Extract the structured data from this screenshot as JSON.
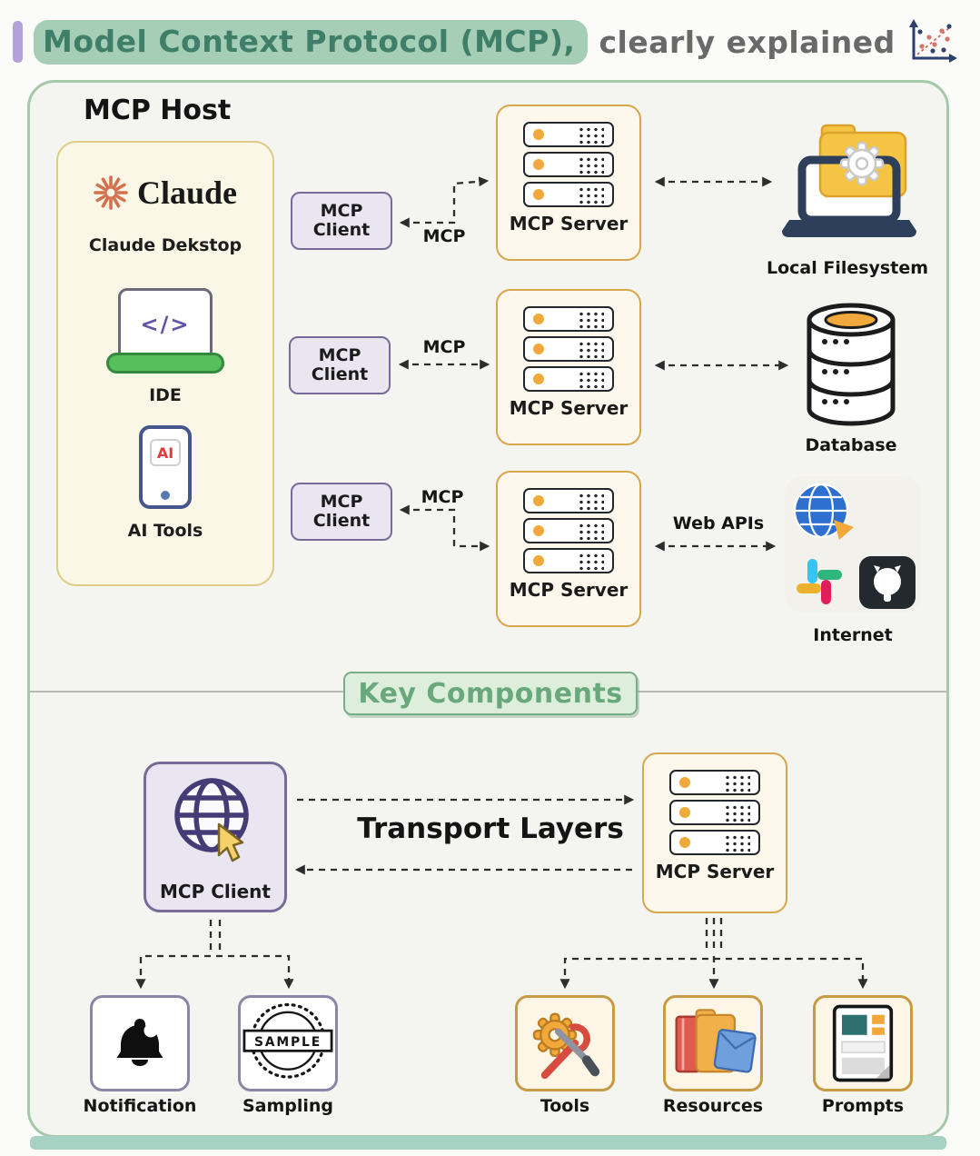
{
  "title": {
    "highlight": "Model Context Protocol (MCP),",
    "rest": "clearly explained"
  },
  "host": {
    "title": "MCP Host",
    "claude_brand": "Claude",
    "claude_subtitle": "Claude Dekstop",
    "ide_glyph": "</>",
    "ide_label": "IDE",
    "ai_glyph": "AI",
    "ai_label": "AI Tools"
  },
  "top": {
    "clients": [
      {
        "label": "MCP Client"
      },
      {
        "label": "MCP Client"
      },
      {
        "label": "MCP Client"
      }
    ],
    "servers": [
      {
        "label": "MCP Server"
      },
      {
        "label": "MCP Server"
      },
      {
        "label": "MCP Server"
      }
    ],
    "mcp_labels": [
      "MCP",
      "MCP",
      "MCP"
    ],
    "web_apis_label": "Web APIs",
    "resources": [
      {
        "label": "Local Filesystem"
      },
      {
        "label": "Database"
      },
      {
        "label": "Internet"
      }
    ]
  },
  "key": {
    "title": "Key Components",
    "client_label": "MCP Client",
    "server_label": "MCP Server",
    "transport_label": "Transport Layers",
    "sample_stamp": "SAMPLE",
    "client_children": [
      {
        "label": "Notification"
      },
      {
        "label": "Sampling"
      }
    ],
    "server_children": [
      {
        "label": "Tools"
      },
      {
        "label": "Resources"
      },
      {
        "label": "Prompts"
      }
    ]
  },
  "colors": {
    "accent_purple": "#b3a1da",
    "highlight_green": "#a6cdb5",
    "title_green": "#3f7e68",
    "container_border": "#a3c9aa",
    "server_border": "#d6a74d",
    "client_border": "#776c99",
    "claude_orange": "#d3714f",
    "led_orange": "#f2a93b"
  }
}
